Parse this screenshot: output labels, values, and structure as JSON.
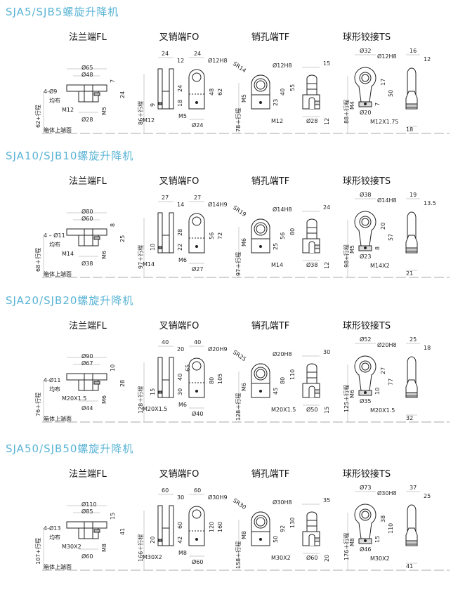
{
  "sections": [
    {
      "title": "SJA5/SJB5螺旋升降机",
      "fl": {
        "title": "法兰端FL",
        "d_outer": "Ø65",
        "d_inner": "Ø48",
        "h_flange": "7",
        "h_total": "24",
        "holes": "4-Ø9",
        "holes_note": "均布",
        "thread": "M12",
        "screw": "M5",
        "d_base": "Ø28",
        "stroke": "62+行程",
        "ref": "箱体上端面"
      },
      "fo": {
        "title": "叉销端FO",
        "w_front": "24",
        "slot": "12",
        "w_side": "24",
        "pin": "Ø12H8",
        "h1": "24",
        "h2": "18",
        "h3": "9",
        "h4": "48",
        "h5": "62",
        "stroke": "86＋行程",
        "thread": "M12",
        "screw": "M5",
        "d": "Ø24"
      },
      "tf": {
        "title": "销孔端TF",
        "pin": "Ø12H8",
        "sr": "SR14",
        "h1": "23",
        "h2": "40",
        "h3": "55",
        "screw": "M5",
        "stroke": "78＋行程",
        "thread": "M12",
        "w_side": "15",
        "d": "Ø28",
        "h_side": "12"
      },
      "ts": {
        "title": "球形铰接TS",
        "d_outer": "Ø32",
        "pin": "Ø12H8",
        "h1": "17",
        "h2": "50",
        "h3": "7",
        "screw": "M4",
        "stroke": "88＋行程",
        "d": "Ø20",
        "thread": "M12X1.75",
        "w1": "16",
        "w2": "12",
        "w3": "18"
      }
    },
    {
      "title": "SJA10/SJB10螺旋升降机",
      "fl": {
        "title": "法兰端FL",
        "d_outer": "Ø80",
        "d_inner": "Ø60",
        "h_flange": "8",
        "h_total": "25",
        "holes": "4 – Ø11",
        "holes_note": "均布",
        "thread": "M14",
        "screw": "M6",
        "d_base": "Ø38",
        "stroke": "68＋行程",
        "ref": "箱体上端面"
      },
      "fo": {
        "title": "叉销端FO",
        "w_front": "27",
        "slot": "14",
        "w_side": "27",
        "pin": "Ø14H9",
        "h1": "28",
        "h2": "22",
        "h3": "10",
        "h4": "56",
        "h5": "72",
        "stroke": "97＋行程",
        "thread": "M14",
        "screw": "M6",
        "d": "Ø27"
      },
      "tf": {
        "title": "销孔端TF",
        "pin": "Ø14H8",
        "sr": "SR19",
        "h1": "25",
        "h2": "56",
        "h3": "80",
        "screw": "M6",
        "stroke": "97＋行程",
        "thread": "M14",
        "w_side": "24",
        "d": "Ø38",
        "h_side": "12"
      },
      "ts": {
        "title": "球形铰接TS",
        "d_outer": "Ø38",
        "pin": "Ø14H8",
        "h1": "20",
        "h2": "57",
        "h3": "8",
        "screw": "M5",
        "stroke": "98+行程",
        "d": "Ø23",
        "thread": "M14X2",
        "w1": "19",
        "w2": "13.5",
        "w3": "21"
      }
    },
    {
      "title": "SJA20/SJB20螺旋升降机",
      "fl": {
        "title": "法兰端FL",
        "d_outer": "Ø90",
        "d_inner": "Ø67",
        "h_flange": "10",
        "h_total": "28",
        "holes": "4-Ø11",
        "holes_note": "均布",
        "thread": "M20X1.5",
        "screw": "M6",
        "d_base": "Ø44",
        "stroke": "76＋行程",
        "ref": "箱体上端面"
      },
      "fo": {
        "title": "叉销端FO",
        "w_front": "40",
        "slot": "20",
        "w_side": "40",
        "pin": "Ø20H9",
        "h1": "40",
        "h2": "30",
        "h3": "15",
        "h4": "80",
        "h5": "105",
        "h6": "65",
        "stroke": "128＋行程",
        "thread": "M20X1.5",
        "screw": "M6",
        "d": "Ø40"
      },
      "tf": {
        "title": "销孔端TF",
        "pin": "Ø20H8",
        "sr": "SR25",
        "h1": "45",
        "h2": "80",
        "h3": "110",
        "screw": "M6",
        "stroke": "128＋行程",
        "thread": "M20X1.5",
        "w_side": "30",
        "d": "Ø50",
        "h_side": "15"
      },
      "ts": {
        "title": "球形铰接TS",
        "d_outer": "Ø52",
        "pin": "Ø20H8",
        "h1": "27",
        "h2": "77",
        "h3": "10",
        "screw": "M6",
        "stroke": "125＋行程",
        "d": "Ø35",
        "thread": "M20X1.5",
        "w1": "25",
        "w2": "18",
        "w3": "32"
      }
    },
    {
      "title": "SJA50/SJB50螺旋升降机",
      "fl": {
        "title": "法兰端FL",
        "d_outer": "Ø110",
        "d_inner": "Ø85",
        "h_flange": "15",
        "h_total": "41",
        "holes": "4-Ø13",
        "holes_note": "均布",
        "thread": "M30X2",
        "screw": "M8",
        "d_base": "Ø60",
        "stroke": "107+行程",
        "ref": "箱体上端面"
      },
      "fo": {
        "title": "叉销端FO",
        "w_front": "60",
        "slot": "30",
        "w_side": "60",
        "pin": "Ø30H9",
        "h1": "60",
        "h2": "42",
        "h3": "20",
        "h4": "120",
        "h5": "160",
        "stroke": "166＋行程",
        "thread": "M30X2",
        "screw": "M8",
        "d": "Ø60"
      },
      "tf": {
        "title": "销孔端TF",
        "pin": "Ø30H8",
        "sr": "SR30",
        "h1": "50",
        "h2": "92",
        "h3": "130",
        "screw": "M8",
        "stroke": "158＋行程",
        "thread": "M30X2",
        "w_side": "35",
        "d": "Ø60",
        "h_side": "20"
      },
      "ts": {
        "title": "球形铰接TS",
        "d_outer": "Ø73",
        "pin": "Ø30H8",
        "h1": "38",
        "h2": "110",
        "h3": "15",
        "screw": "M8",
        "stroke": "176＋行程",
        "d": "Ø46",
        "thread": "M30X2",
        "w1": "37",
        "w2": "25",
        "w3": "41"
      }
    }
  ]
}
